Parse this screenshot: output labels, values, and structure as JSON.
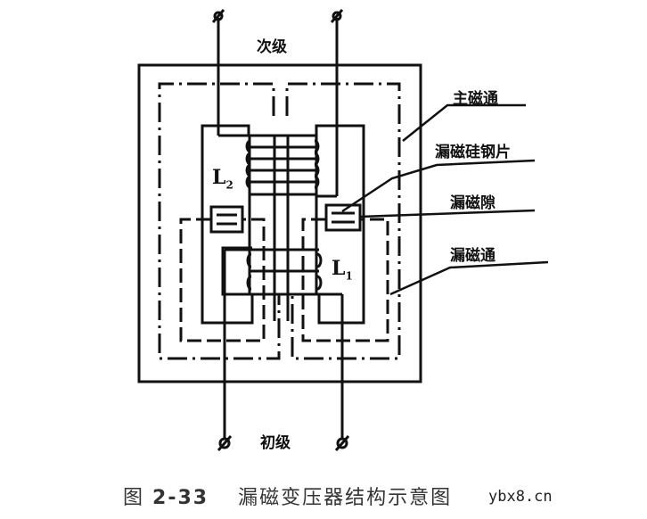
{
  "labels": {
    "secondary": "次级",
    "primary": "初级",
    "main_flux": "主磁通",
    "leakage_sheet": "漏磁硅钢片",
    "leakage_gap": "漏磁隙",
    "leakage_flux": "漏磁通",
    "l2": "L",
    "l2_sub": "2",
    "l1": "L",
    "l1_sub": "1"
  },
  "caption": {
    "prefix": "图",
    "number": "2-33",
    "title": "漏磁变压器结构示意图"
  },
  "watermark": "ybx8.cn"
}
